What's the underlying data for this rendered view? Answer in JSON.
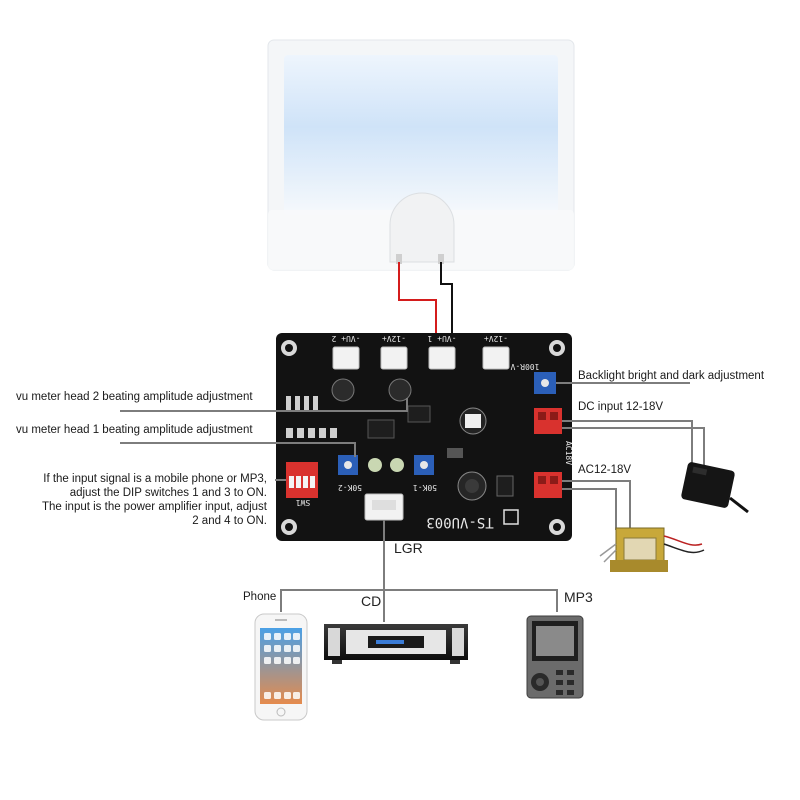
{
  "labels": {
    "vu_head_2": "vu meter head 2 beating amplitude adjustment",
    "vu_head_1": "vu meter head 1 beating amplitude adjustment",
    "dip_note": [
      "If the input signal is a mobile phone or MP3,",
      "adjust the DIP switches 1 and 3 to ON.",
      "The input is the power amplifier input, adjust",
      "2 and 4 to ON."
    ],
    "backlight": "Backlight bright and dark adjustment",
    "dc_input": "DC input 12-18V",
    "ac_input": "AC12-18V",
    "lgr": "LGR",
    "phone": "Phone",
    "cd": "CD",
    "mp3": "MP3"
  },
  "board": {
    "model": "TS-VU003",
    "headers": [
      "-VU+ 2",
      "-12V+",
      "-VU+ 1",
      "-12V+"
    ],
    "pot_labels": [
      "50K-2",
      "50K-1"
    ],
    "switch_label": "SW1",
    "side_label": "AC18V",
    "res_label": "100R-V"
  },
  "colors": {
    "pcb": "#111111",
    "wire_red": "#d41c1c",
    "wire_black": "#111111",
    "leader": "#7d7d7d",
    "pot_blue": "#2b5fb8",
    "terminal_red": "#d9322e",
    "meter_face": "#d8e9fb"
  }
}
